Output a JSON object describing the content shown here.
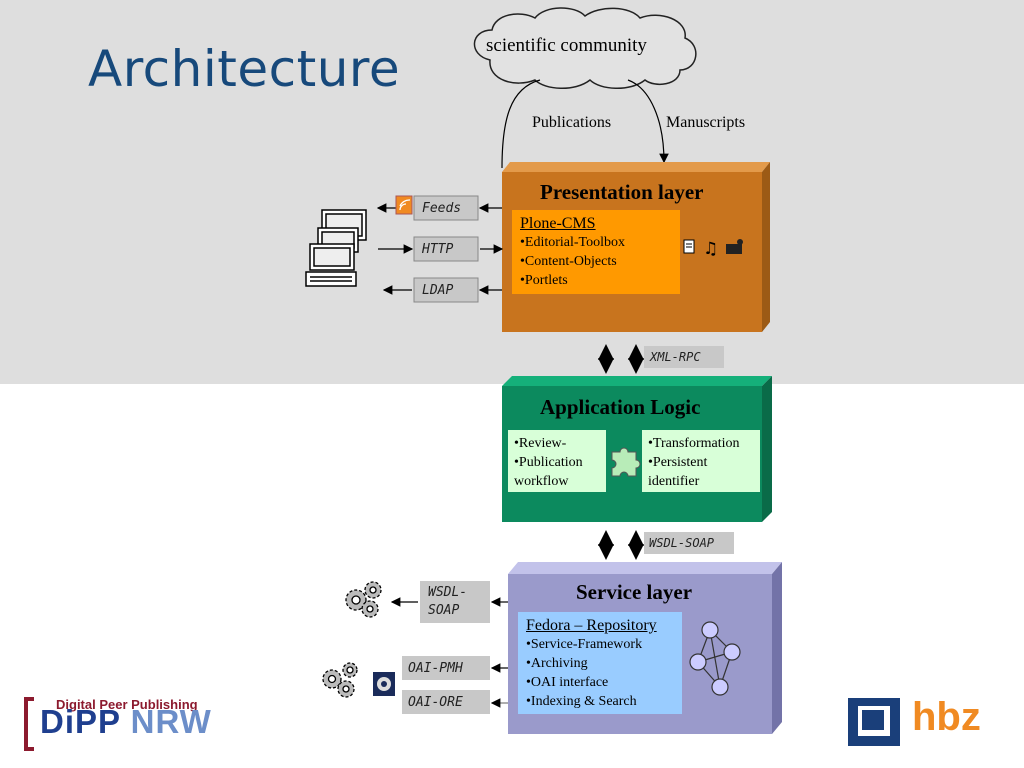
{
  "page": {
    "title": "Architecture"
  },
  "cloud": {
    "label": "scientific community"
  },
  "flows": {
    "publications": "Publications",
    "manuscripts": "Manuscripts"
  },
  "presentation": {
    "title": "Presentation layer",
    "cms_title": "Plone-CMS",
    "items": [
      "•Editorial-Toolbox",
      "•Content-Objects",
      "•Portlets"
    ],
    "color": "#c8741e"
  },
  "application": {
    "title": "Application Logic",
    "left_items": [
      "•Review-",
      "•Publication",
      "workflow"
    ],
    "right_items": [
      "•Transformation",
      "•Persistent",
      "identifier"
    ],
    "color": "#0c8a5e"
  },
  "service": {
    "title": "Service layer",
    "repo_title": "Fedora – Repository",
    "items": [
      "•Service-Framework",
      "•Archiving",
      "•OAI interface",
      "•Indexing & Search"
    ],
    "color": "#9a9acb"
  },
  "protocols": {
    "feeds": "Feeds",
    "http": "HTTP",
    "ldap": "LDAP",
    "xml_rpc": "XML-RPC",
    "wsdl_soap": "WSDL-SOAP",
    "wsdl": "WSDL-",
    "soap": "SOAP",
    "oai_pmh": "OAI-PMH",
    "oai_ore": "OAI-ORE"
  },
  "logos": {
    "dipp_small": "Digital Peer Publishing",
    "dipp_main": "DiPP",
    "dipp_nrw": "NRW",
    "hbz": "hbz"
  }
}
